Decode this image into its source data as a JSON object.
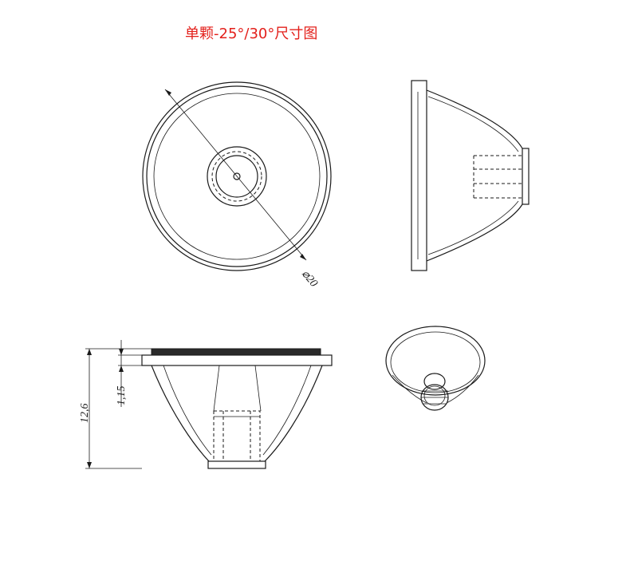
{
  "title": "单颗-25°/30°尺寸图",
  "dimensions": {
    "diameter": "⌀20",
    "total_height": "12,6",
    "flange_height": "1,15"
  },
  "colors": {
    "title": "#e3201b",
    "line": "#1a1a1a"
  }
}
